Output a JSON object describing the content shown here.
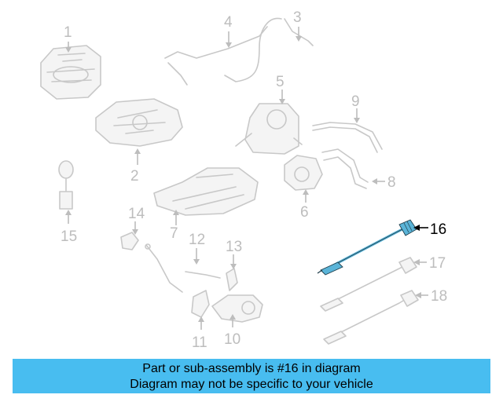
{
  "diagram": {
    "callouts": [
      "1",
      "2",
      "3",
      "4",
      "5",
      "6",
      "7",
      "8",
      "9",
      "10",
      "11",
      "12",
      "13",
      "14",
      "15",
      "16",
      "17",
      "18"
    ],
    "highlighted_part": "16"
  },
  "banner": {
    "line1": "Part or sub-assembly is #16 in diagram",
    "line2": "Diagram may not be specific to your vehicle"
  },
  "colors": {
    "banner_bg": "#48bdf0",
    "part_gray": "#c8c8c8",
    "highlight_blue": "#5ab4d8"
  }
}
